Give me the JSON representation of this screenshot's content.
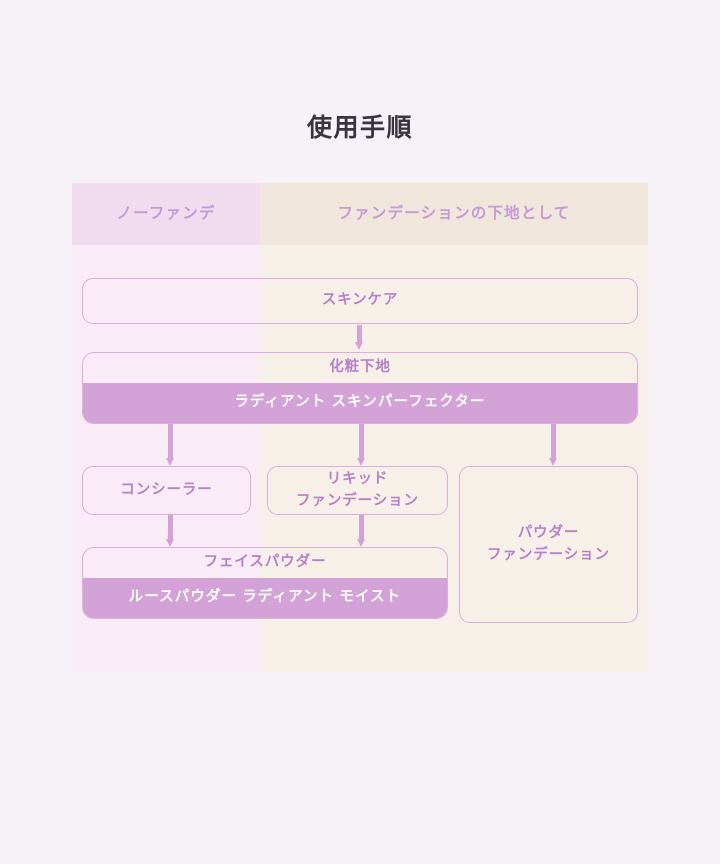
{
  "page": {
    "title": "使用手順",
    "background_color": "#f7f2f7"
  },
  "colors": {
    "accent_purple": "#d3a2d6",
    "text_purple": "#b681c8",
    "header_pink": "#f1dbef",
    "header_beige": "#f0e6dc",
    "column_left_bg": "#f9ecf7",
    "column_right_bg": "#f7f0e9",
    "title_text": "#3a3440",
    "border": "#dcaede"
  },
  "columns": [
    {
      "id": "no-foundation",
      "label": "ノーファンデ"
    },
    {
      "id": "foundation-base",
      "label": "ファンデーションの下地として"
    }
  ],
  "steps": {
    "skincare": {
      "label": "スキンケア"
    },
    "makeup_base": {
      "label": "化粧下地",
      "product": "ラディアント スキンパーフェクター"
    },
    "concealer": {
      "label": "コンシーラー"
    },
    "liquid_foundation": {
      "line1": "リキッド",
      "line2": "ファンデーション"
    },
    "powder_foundation": {
      "line1": "パウダー",
      "line2": "ファンデーション"
    },
    "face_powder": {
      "label": "フェイスパウダー",
      "product": "ルースパウダー ラディアント モイスト"
    }
  }
}
